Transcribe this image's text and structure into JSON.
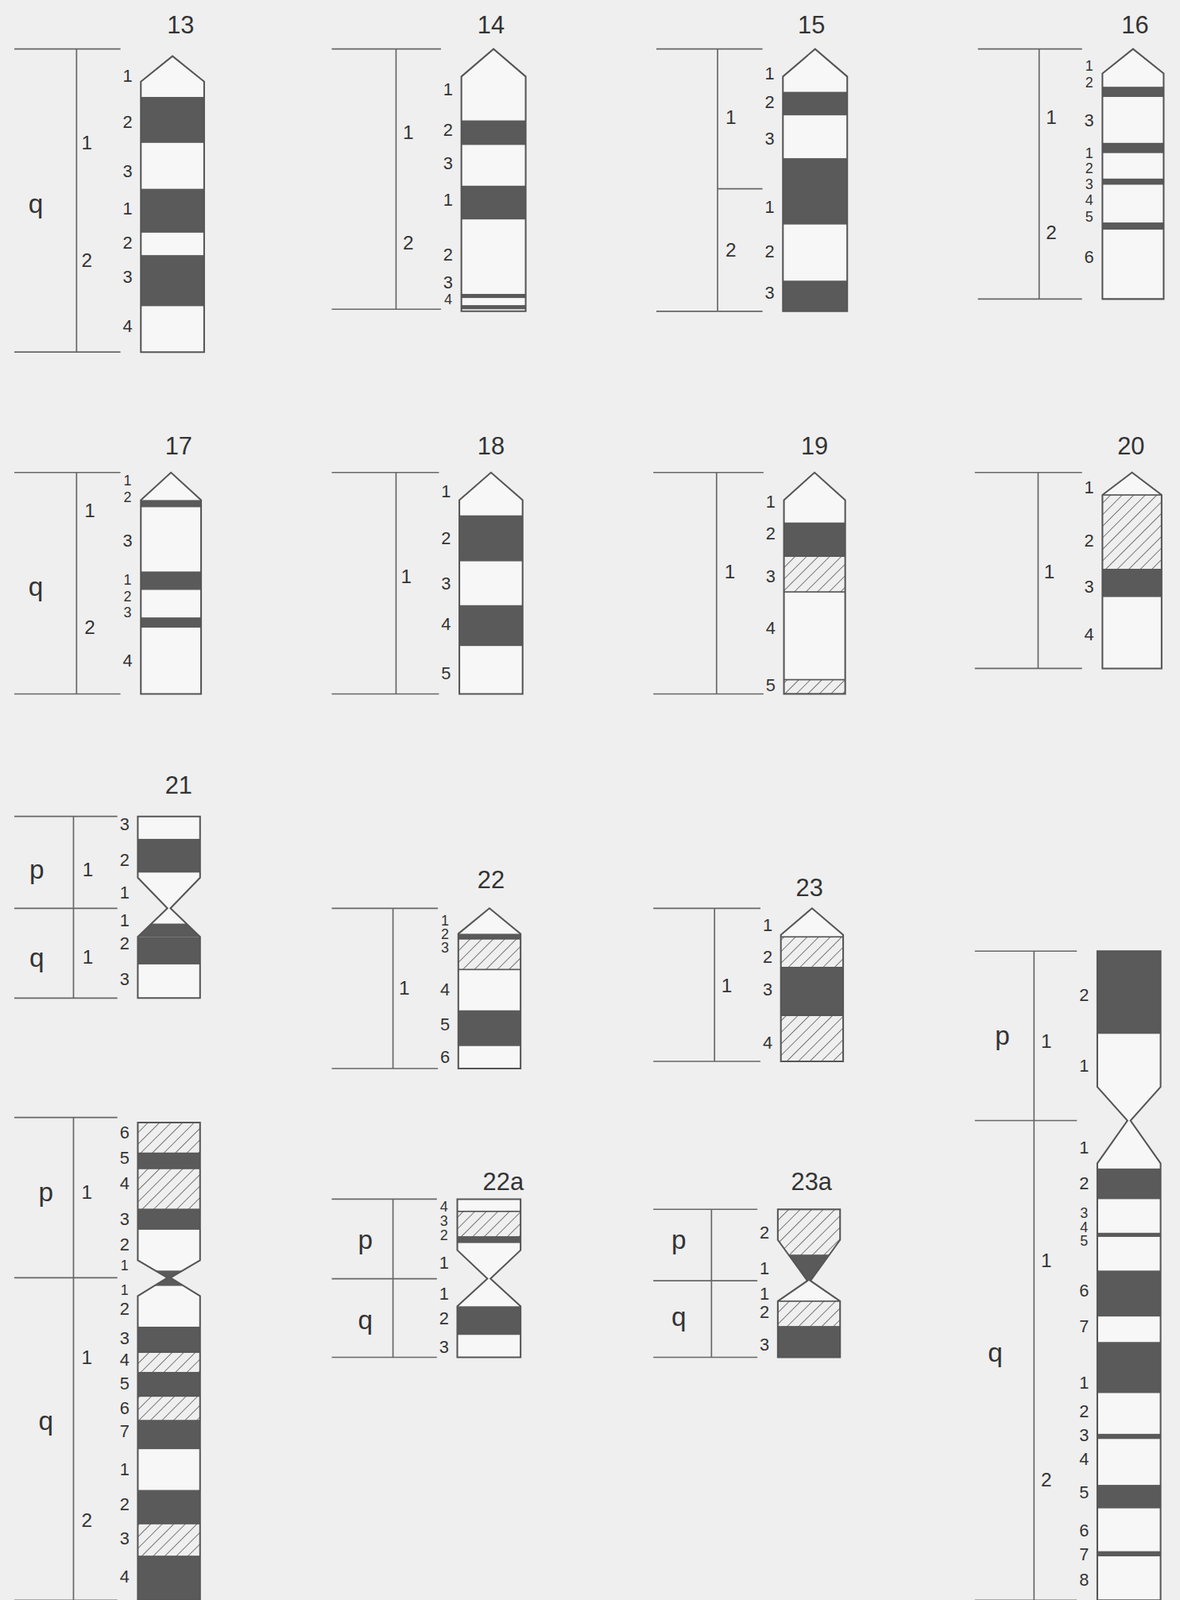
{
  "diagram": {
    "labels": [
      "13",
      "q",
      "1",
      "2",
      "1",
      "2",
      "3",
      "1",
      "2",
      "3",
      "4",
      "14",
      "1",
      "2",
      "1",
      "2",
      "3",
      "1",
      "2",
      "3",
      "4",
      "15",
      "1",
      "2",
      "1",
      "2",
      "3",
      "1",
      "2",
      "3",
      "16",
      "1",
      "2",
      "1",
      "2",
      "3",
      "1",
      "2",
      "3",
      "4",
      "5",
      "6",
      "17",
      "q",
      "1",
      "2",
      "1",
      "2",
      "3",
      "1",
      "2",
      "3",
      "4",
      "18",
      "1",
      "1",
      "2",
      "3",
      "4",
      "5",
      "19",
      "1",
      "1",
      "2",
      "3",
      "4",
      "5",
      "20",
      "1",
      "1",
      "2",
      "3",
      "4",
      "21",
      "p",
      "1",
      "q",
      "1",
      "3",
      "2",
      "1",
      "1",
      "2",
      "3",
      "22",
      "1",
      "1",
      "2",
      "3",
      "4",
      "5",
      "6",
      "23",
      "1",
      "1",
      "2",
      "3",
      "4",
      "p",
      "1",
      "q",
      "1",
      "2",
      "6",
      "5",
      "4",
      "3",
      "2",
      "1",
      "1",
      "2",
      "3",
      "4",
      "5",
      "6",
      "7",
      "1",
      "2",
      "3",
      "4",
      "22a",
      "p",
      "q",
      "4",
      "3",
      "2",
      "1",
      "1",
      "2",
      "3",
      "23a",
      "p",
      "q",
      "2",
      "1",
      "1",
      "2",
      "3",
      "p",
      "1",
      "q",
      "1",
      "2",
      "2",
      "1",
      "1",
      "2",
      "3",
      "4",
      "5",
      "6",
      "7",
      "1",
      "2",
      "3",
      "4",
      "5",
      "6",
      "7",
      "8"
    ]
  }
}
